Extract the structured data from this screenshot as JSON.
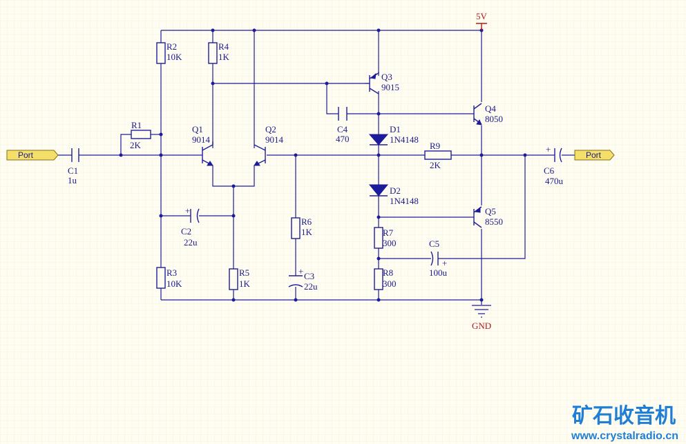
{
  "ports": {
    "input": "Port",
    "output": "Port"
  },
  "supply": {
    "vcc": "5V",
    "gnd": "GND"
  },
  "components": {
    "R1": {
      "ref": "R1",
      "value": "2K"
    },
    "R2": {
      "ref": "R2",
      "value": "10K"
    },
    "R3": {
      "ref": "R3",
      "value": "10K"
    },
    "R4": {
      "ref": "R4",
      "value": "1K"
    },
    "R5": {
      "ref": "R5",
      "value": "1K"
    },
    "R6": {
      "ref": "R6",
      "value": "1K"
    },
    "R7": {
      "ref": "R7",
      "value": "300"
    },
    "R8": {
      "ref": "R8",
      "value": "300"
    },
    "R9": {
      "ref": "R9",
      "value": "2K"
    },
    "C1": {
      "ref": "C1",
      "value": "1u"
    },
    "C2": {
      "ref": "C2",
      "value": "22u"
    },
    "C3": {
      "ref": "C3",
      "value": "22u"
    },
    "C4": {
      "ref": "C4",
      "value": "470"
    },
    "C5": {
      "ref": "C5",
      "value": "100u"
    },
    "C6": {
      "ref": "C6",
      "value": "470u"
    },
    "D1": {
      "ref": "D1",
      "value": "1N4148"
    },
    "D2": {
      "ref": "D2",
      "value": "1N4148"
    },
    "Q1": {
      "ref": "Q1",
      "value": "9014"
    },
    "Q2": {
      "ref": "Q2",
      "value": "9014"
    },
    "Q3": {
      "ref": "Q3",
      "value": "9015"
    },
    "Q4": {
      "ref": "Q4",
      "value": "8050"
    },
    "Q5": {
      "ref": "Q5",
      "value": "8550"
    }
  },
  "polarity": {
    "plus": "+"
  },
  "watermark": {
    "title": "矿石收音机",
    "url": "www.crystalradio.cn"
  },
  "colors": {
    "wire": "#1c1c9a",
    "label": "#1a1a8c",
    "power": "#b01818",
    "grid": "#e6e2cf",
    "watermark": "#1f7fd6"
  }
}
